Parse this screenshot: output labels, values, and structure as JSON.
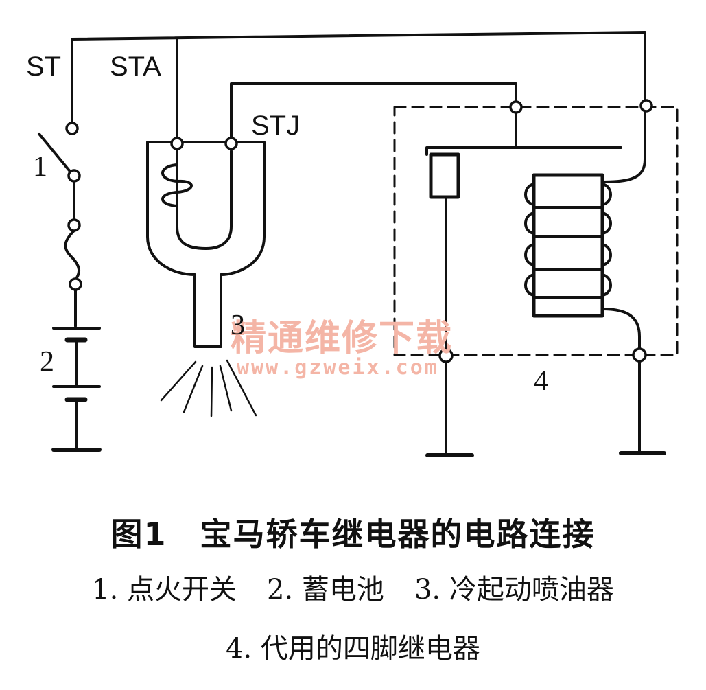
{
  "labels": {
    "st": "ST",
    "sta": "STA",
    "stj": "STJ",
    "n1": "1",
    "n2": "2",
    "n3": "3",
    "n4": "4"
  },
  "watermark": {
    "text": "精通维修下载",
    "url": "www.gzweix.com"
  },
  "caption": {
    "figure": "图1",
    "title": "宝马轿车继电器的电路连接",
    "items": [
      "1. 点火开关",
      "2. 蓄电池",
      "3. 冷起动喷油器"
    ],
    "line2": "4. 代用的四脚继电器"
  }
}
